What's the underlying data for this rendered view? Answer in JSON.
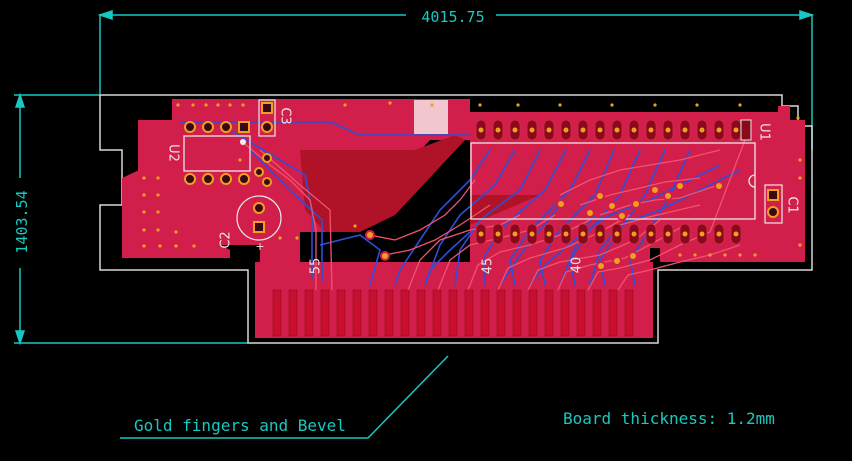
{
  "dimensions": {
    "width_label": "4015.75",
    "height_label": "1403.54"
  },
  "components": {
    "u1": "U1",
    "u2": "U2",
    "c1": "C1",
    "c2": "C2",
    "c3": "C3",
    "c2_polarity": "+"
  },
  "pin_labels": {
    "p55": "55",
    "p45": "45",
    "p40": "40"
  },
  "notes": {
    "gold_fingers": "Gold fingers and Bevel",
    "board_thickness": "Board thickness: 1.2mm"
  },
  "colors": {
    "background": "#000000",
    "top_copper": "#d21e4a",
    "copper_dark": "#b01228",
    "bottom_copper": "#2e4fd8",
    "silkscreen": "#e8e8e8",
    "dimension": "#19c8c0",
    "pad": "#f0a020",
    "board_outline": "#d8d8d8"
  }
}
